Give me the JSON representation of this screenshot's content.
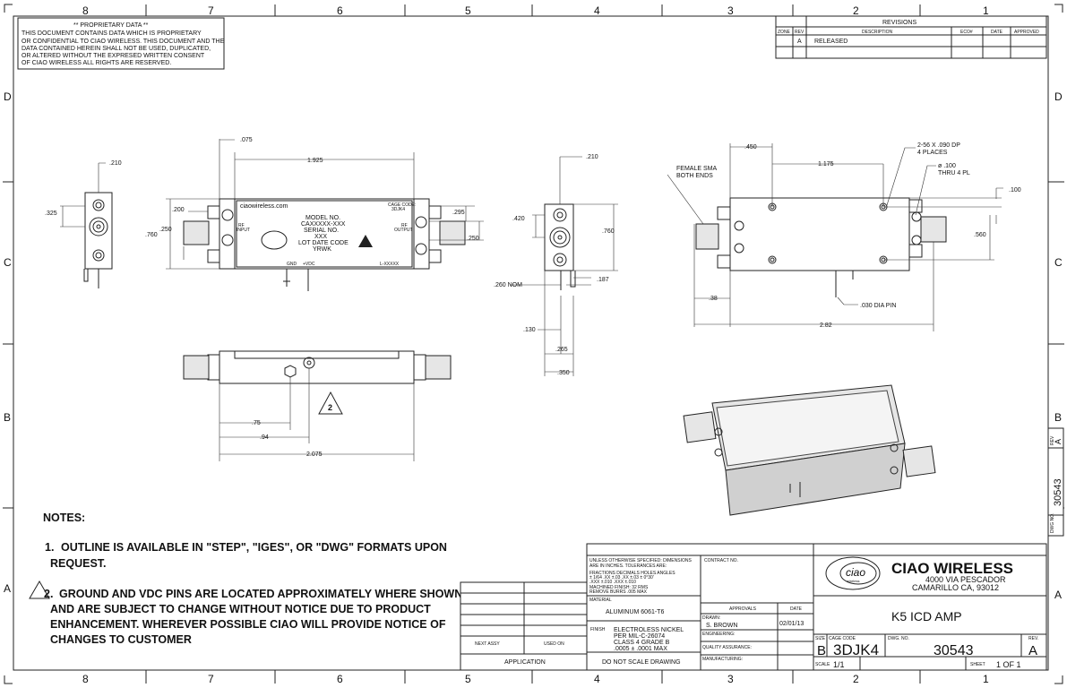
{
  "zones": {
    "columns": [
      "8",
      "7",
      "6",
      "5",
      "4",
      "3",
      "2",
      "1"
    ],
    "rows": [
      "D",
      "C",
      "B",
      "A"
    ]
  },
  "proprietary": {
    "title": "** PROPRIETARY DATA **",
    "lines": [
      "THIS DOCUMENT CONTAINS DATA WHICH IS PROPRIETARY",
      "OR CONFIDENTIAL TO CIAO WIRELESS. THIS DOCUMENT AND THE",
      "DATA CONTAINED HEREIN SHALL NOT BE USED, DUPLICATED,",
      "OR ALTERED WITHOUT THE EXPRESED WRITTEN CONSENT",
      " OF CIAO WIRELESS  ALL RIGHTS ARE RESERVED."
    ]
  },
  "revisions": {
    "title": "REVISIONS",
    "headers": [
      "ZONE",
      "REV",
      "DESCRIPTION",
      "ECO#",
      "DATE",
      "APPROVED"
    ],
    "rows": [
      {
        "zone": "",
        "rev": "A",
        "description": "RELEASED",
        "eco": "",
        "date": "",
        "approved": ""
      }
    ]
  },
  "label": {
    "website": "ciaowireless.com",
    "cage": "CAGE CODE:",
    "cage_val": "3DJK4",
    "model": [
      "MODEL NO.",
      "CAXXXXX-XXX",
      "SERIAL NO.",
      "XXX",
      "LOT DATE CODE",
      "YRWK"
    ],
    "rf_input": [
      "RF",
      "INPUT"
    ],
    "rf_output": [
      "RF",
      "OUTPUT"
    ],
    "gnd": "GND",
    "vdc": "+VDC",
    "lot": "L-XXXXX"
  },
  "dimensions": {
    "front": [
      ".075",
      "1.925",
      ".210",
      ".325",
      ".200",
      ".250",
      ".760",
      ".295",
      ".250"
    ],
    "side": [
      ".210",
      ".420",
      ".760",
      ".260 NOM",
      ".187",
      ".130",
      ".265",
      ".350"
    ],
    "bottom": [
      ".75",
      ".94",
      "2.075"
    ],
    "note_flag": "2",
    "right": [
      ".450",
      "1.175",
      "2-56 X .090 DP",
      "4 PLACES",
      "ø .100",
      "THRU 4 PL",
      ".100",
      ".560",
      "FEMALE SMA",
      "BOTH ENDS",
      ".38",
      ".030 DIA PIN",
      "2.82"
    ]
  },
  "notes": {
    "title": "NOTES:",
    "items": [
      {
        "num": "1.",
        "lines": [
          "OUTLINE IS AVAILABLE IN \"STEP\", \"IGES\", OR \"DWG\" FORMATS UPON",
          "REQUEST."
        ]
      },
      {
        "num": "2.",
        "lines": [
          "GROUND AND VDC PINS ARE LOCATED APPROXIMATELY WHERE SHOWN",
          "AND ARE SUBJECT TO CHANGE WITHOUT NOTICE DUE TO PRODUCT",
          "ENHANCEMENT. WHEREVER POSSIBLE CIAO WILL PROVIDE NOTICE OF",
          "CHANGES TO CUSTOMER"
        ]
      }
    ]
  },
  "title_block": {
    "next_assy": "NEXT ASSY",
    "used_on": "USED ON",
    "application": "APPLICATION",
    "tolerances": [
      "UNLESS OTHERWISE SPECIFIED: DIMENSIONS",
      "ARE IN INCHES.  TOLERANCES ARE:",
      "FRACTIONS   DECIMALS      HOLES      ANGLES",
      "± 1/64    .XX ±.03     .XX ±.03     ± 0°30'",
      "             .XXX ±.010  .XXX ±.010",
      "MACHINED FINISH: 32 RMS",
      "REMOVE BURRS .005 MAX"
    ],
    "material_label": "MATERIAL",
    "material": "ALUMINUM  6061-T6",
    "finish_label": "FINISH",
    "finish": [
      "ELECTROLESS NICKEL",
      "PER MIL-C-26074",
      "CLASS 4 GRADE B",
      ".0005 ± .0001 MAX"
    ],
    "do_not_scale": "DO NOT SCALE DRAWING",
    "contract": "CONTRACT NO.",
    "approvals": "APPROVALS",
    "date": "DATE",
    "drawn_label": "DRAWN:",
    "drawn": "S. BROWN",
    "drawn_date": "02/01/13",
    "engineering": "ENGINEERING:",
    "qa": "QUALITY ASSURANCE:",
    "manufacturing": "MANUFACTURING:",
    "company": "CIAO WIRELESS",
    "logo_text": "ciao",
    "logo_sub": "wireless",
    "address1": "4000 VIA PESCADOR",
    "address2": "CAMARILLO CA, 93012",
    "part_title": "K5  ICD  AMP",
    "size_label": "SIZE",
    "size": "B",
    "cage_label": "CAGE CODE",
    "cage": "3DJK4",
    "dwg_label": "DWG. NO.",
    "dwg": "30543",
    "rev_label": "REV.",
    "rev": "A",
    "scale_label": "SCALE",
    "scale": "1/1",
    "sheet_label": "SHEET",
    "sheet": "1  OF  1"
  },
  "side_tab": {
    "rev_label": "REV",
    "rev": "A",
    "dwg": "30543",
    "dwg_label": "DWG NO."
  }
}
